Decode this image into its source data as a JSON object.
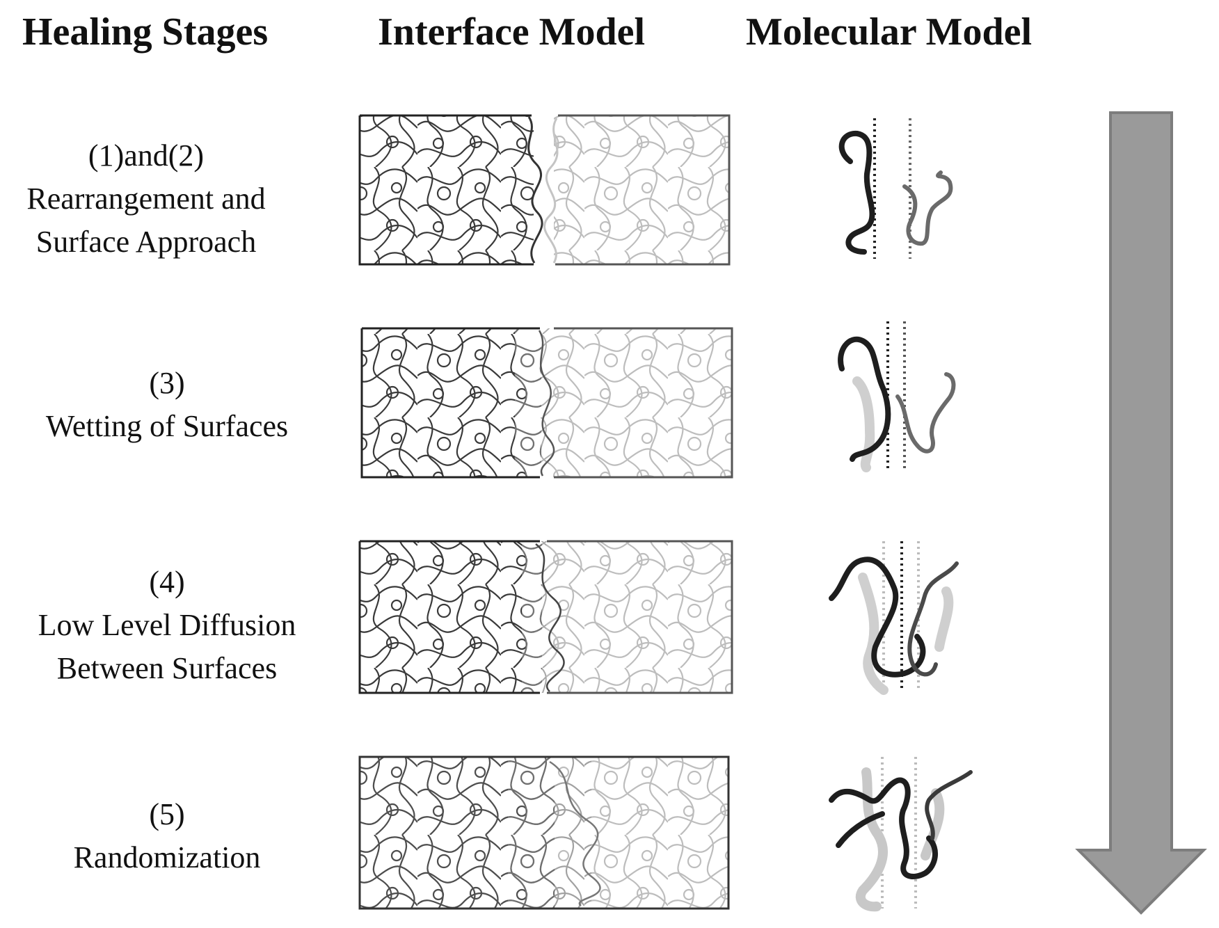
{
  "headers": {
    "healing_stages": "Healing Stages",
    "interface_model": "Interface Model",
    "molecular_model": "Molecular Model"
  },
  "stages": [
    {
      "number": "(1)and(2)",
      "line1": "Rearrangement and",
      "line2": "Surface Approach"
    },
    {
      "number": "(3)",
      "line1": "Wetting of Surfaces",
      "line2": ""
    },
    {
      "number": "(4)",
      "line1": "Low Level Diffusion",
      "line2": "Between Surfaces"
    },
    {
      "number": "(5)",
      "line1": "Randomization",
      "line2": ""
    }
  ],
  "colors": {
    "dark_chain": "#2a2a2a",
    "light_chain": "#b8b8b8",
    "arrow": "#9a9a9a"
  }
}
